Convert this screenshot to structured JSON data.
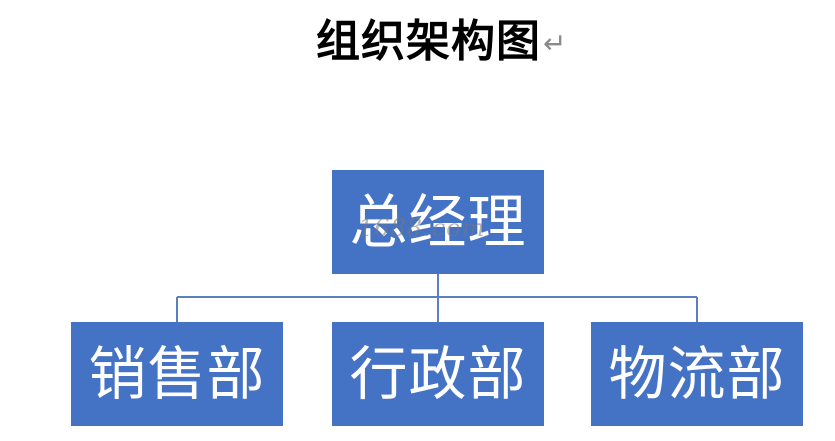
{
  "title": "组织架构图",
  "paragraph_mark": "↵",
  "watermark": "1688.com",
  "colors": {
    "node_fill": "#4472c4",
    "node_text": "#ffffff",
    "connector": "#5b7fc0"
  },
  "org": {
    "root": {
      "label": "总经理"
    },
    "children": [
      {
        "label": "销售部"
      },
      {
        "label": "行政部"
      },
      {
        "label": "物流部"
      }
    ]
  }
}
